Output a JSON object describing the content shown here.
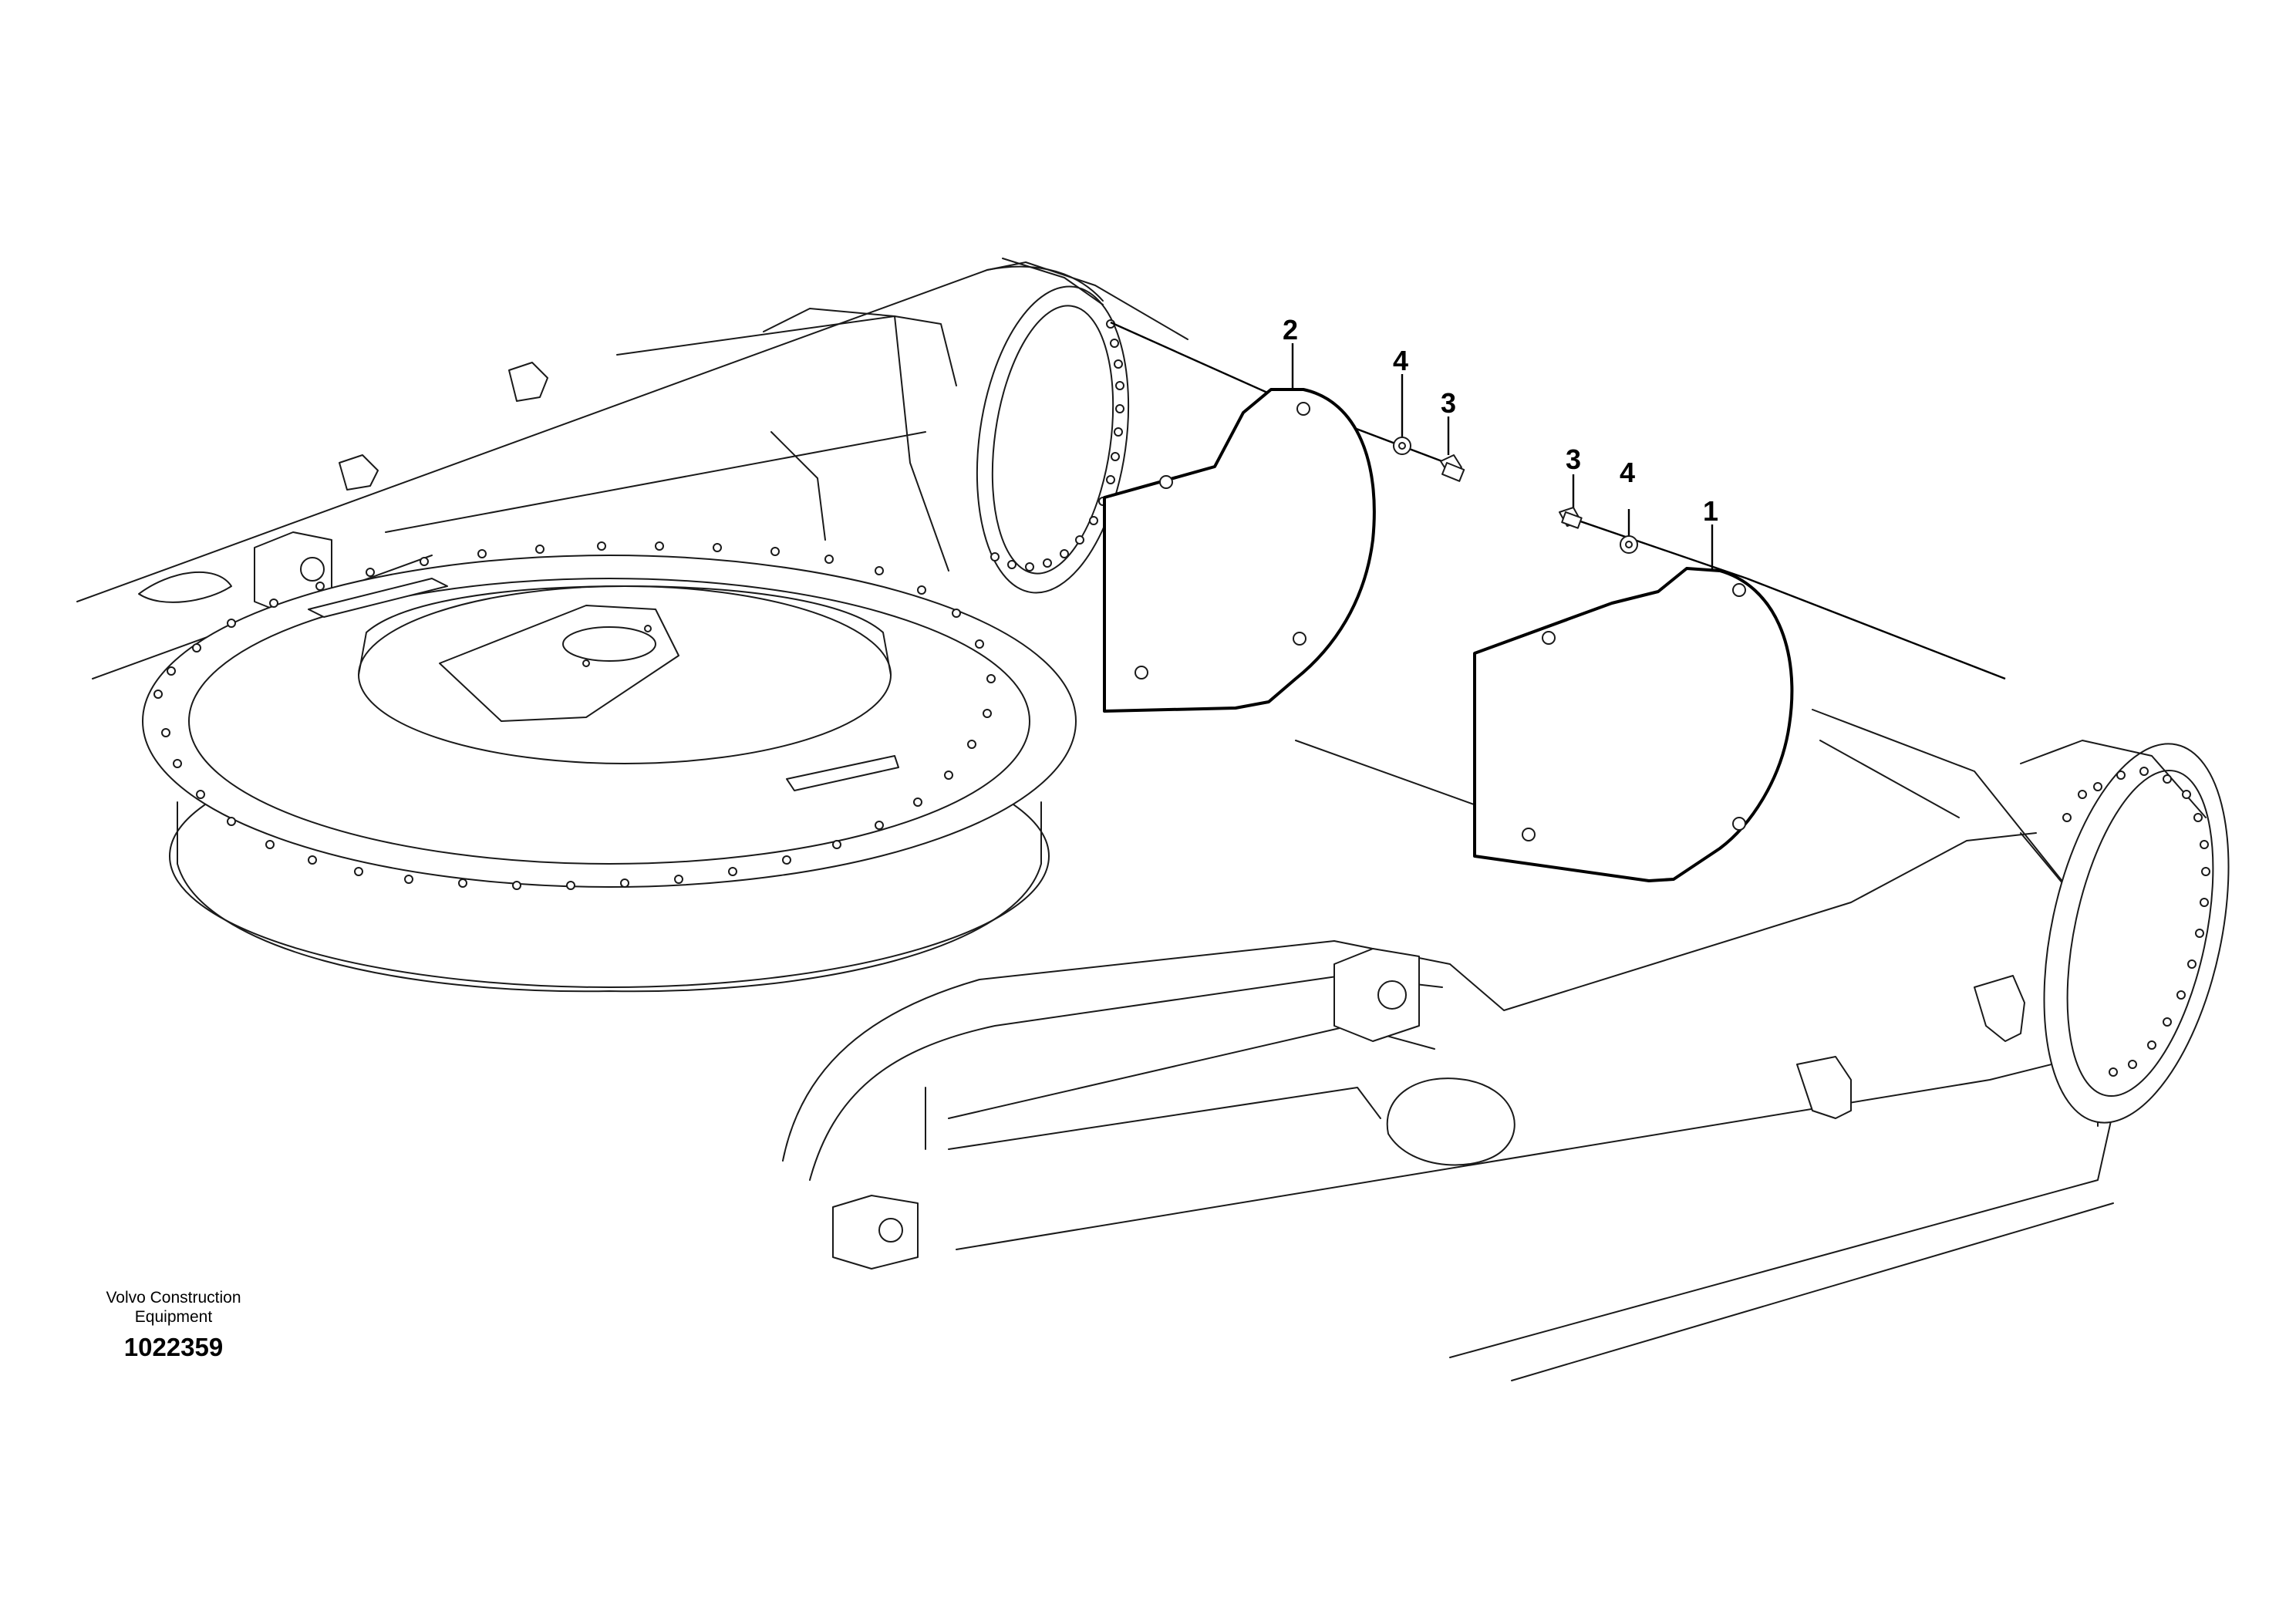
{
  "callouts": {
    "part_1": "1",
    "part_2": "2",
    "part_3_left": "3",
    "part_4_left": "4",
    "part_3_right": "3",
    "part_4_right": "4"
  },
  "footer": {
    "manufacturer_line1": "Volvo Construction",
    "manufacturer_line2": "Equipment",
    "drawing_number": "1022359"
  }
}
